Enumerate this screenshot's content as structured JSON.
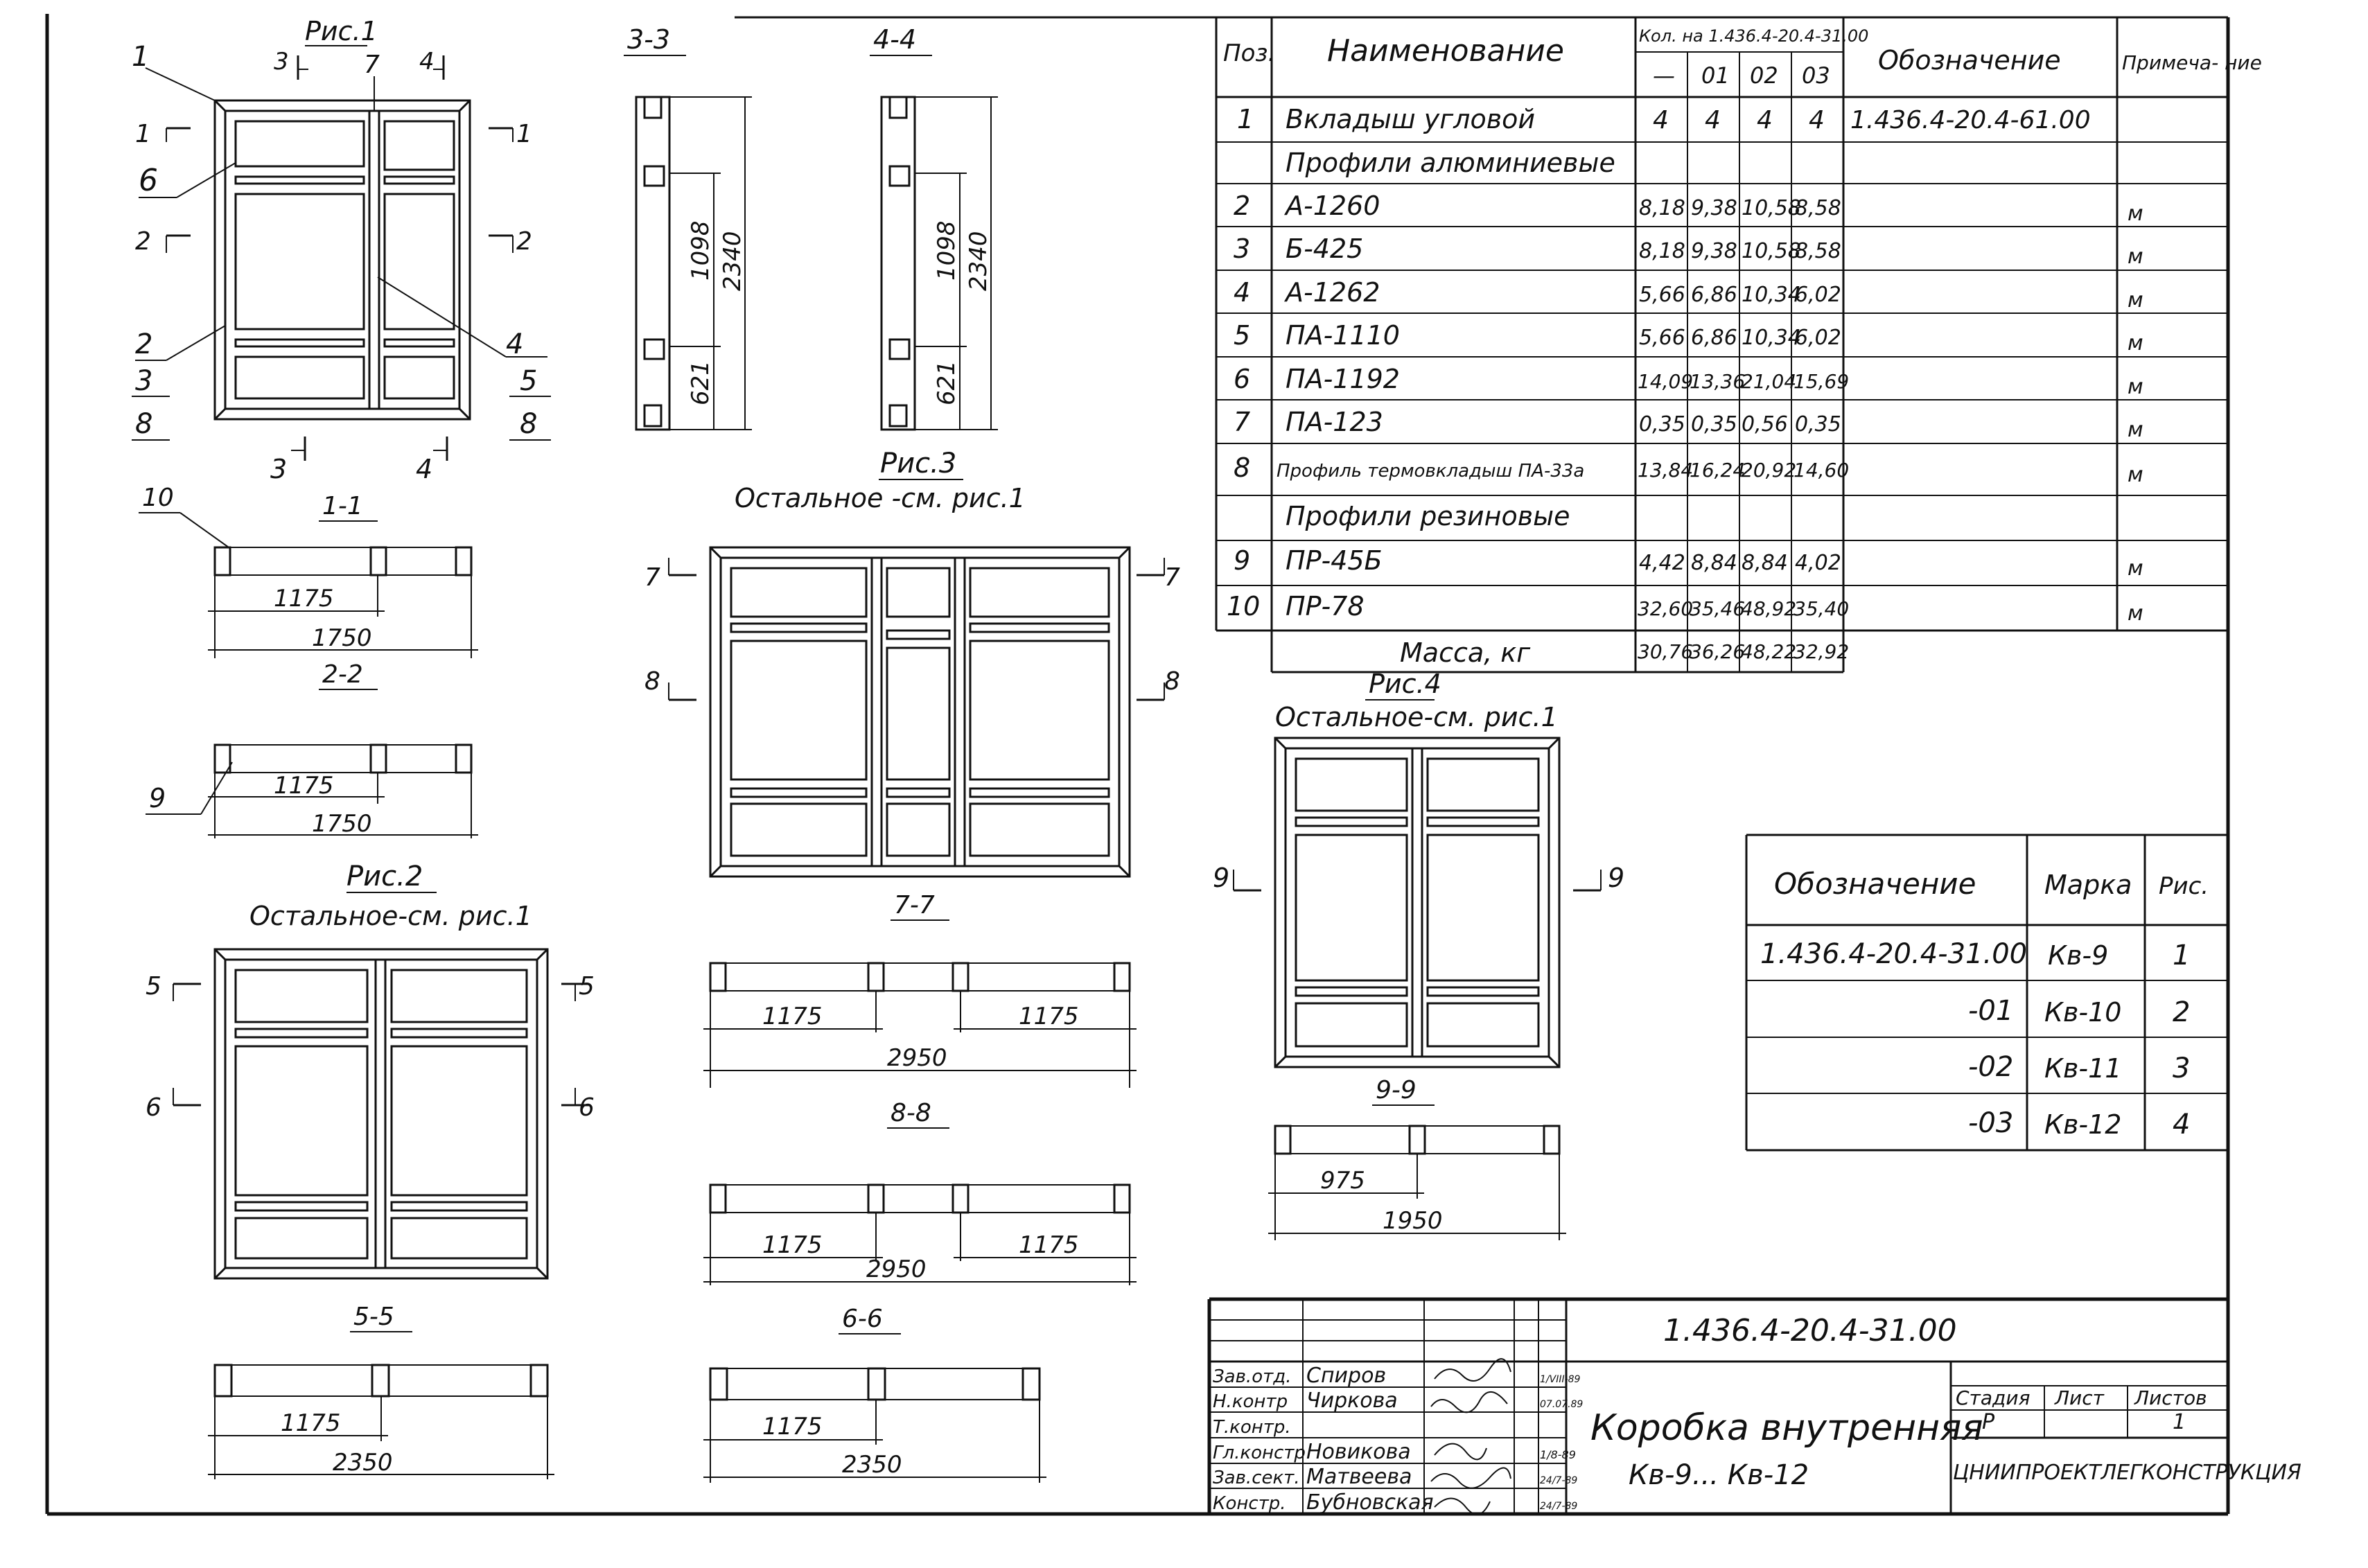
{
  "figures": {
    "fig1": "Рис.1",
    "fig2": "Рис.2",
    "fig2_note": "Остальное-см. рис.1",
    "fig3": "Рис.3",
    "fig3_note": "Остальное -см. рис.1",
    "fig4": "Рис.4",
    "fig4_note": "Остальное-см. рис.1"
  },
  "fig1_callouts": [
    "1",
    "6",
    "2",
    "3",
    "8",
    "7",
    "4",
    "5",
    "8"
  ],
  "cuts": {
    "c11": "1-1",
    "c22": "2-2",
    "c33": "3-3",
    "c44": "4-4",
    "c55": "5-5",
    "c66": "6-6",
    "c77": "7-7",
    "c88": "8-8",
    "c99": "9-9",
    "m1": "1",
    "m2": "2",
    "m3": "3",
    "m4": "4",
    "m5": "5",
    "m6": "6",
    "m7": "7",
    "m8": "8",
    "m9": "9",
    "m10": "10"
  },
  "dims": {
    "d1175": "1175",
    "d1750": "1750",
    "d2950": "2950",
    "d2350": "2350",
    "d975": "975",
    "d1950": "1950",
    "d1098": "1098",
    "d2340": "2340",
    "d621": "621"
  },
  "spec_table": {
    "head_pos": "Поз.",
    "head_name": "Наименование",
    "head_qty": "Кол. на 1.436.4-20.4-31.00",
    "qty_cols": [
      "—",
      "01",
      "02",
      "03"
    ],
    "head_code": "Обозначение",
    "head_note": "Примеча- ние",
    "rows": [
      {
        "pos": "1",
        "name": "Вкладыш угловой",
        "q": [
          "4",
          "4",
          "4",
          "4"
        ],
        "code": "1.436.4-20.4-61.00",
        "note": ""
      },
      {
        "pos": "",
        "name": "Профили алюминиевые",
        "q": [
          "",
          "",
          "",
          ""
        ],
        "code": "",
        "note": ""
      },
      {
        "pos": "2",
        "name": "А-1260",
        "q": [
          "8,18",
          "9,38",
          "10,58",
          "8,58"
        ],
        "code": "",
        "note": "м"
      },
      {
        "pos": "3",
        "name": "Б-425",
        "q": [
          "8,18",
          "9,38",
          "10,58",
          "8,58"
        ],
        "code": "",
        "note": "м"
      },
      {
        "pos": "4",
        "name": "А-1262",
        "q": [
          "5,66",
          "6,86",
          "10,34",
          "6,02"
        ],
        "code": "",
        "note": "м"
      },
      {
        "pos": "5",
        "name": "ПА-1110",
        "q": [
          "5,66",
          "6,86",
          "10,34",
          "6,02"
        ],
        "code": "",
        "note": "м"
      },
      {
        "pos": "6",
        "name": "ПА-1192",
        "q": [
          "14,09",
          "13,36",
          "21,04",
          "15,69"
        ],
        "code": "",
        "note": "м"
      },
      {
        "pos": "7",
        "name": "ПА-123",
        "q": [
          "0,35",
          "0,35",
          "0,56",
          "0,35"
        ],
        "code": "",
        "note": "м"
      },
      {
        "pos": "8",
        "name": "Профиль термовкладыш ПА-33а",
        "q": [
          "13,84",
          "16,24",
          "20,92",
          "14,60"
        ],
        "code": "",
        "note": "м"
      },
      {
        "pos": "",
        "name": "Профили резиновые",
        "q": [
          "",
          "",
          "",
          ""
        ],
        "code": "",
        "note": ""
      },
      {
        "pos": "9",
        "name": "ПР-45Б",
        "q": [
          "4,42",
          "8,84",
          "8,84",
          "4,02"
        ],
        "code": "",
        "note": "м"
      },
      {
        "pos": "10",
        "name": "ПР-78",
        "q": [
          "32,60",
          "35,46",
          "48,92",
          "35,40"
        ],
        "code": "",
        "note": "м"
      }
    ],
    "mass_label": "Масса, кг",
    "mass": [
      "30,76",
      "36,26",
      "48,22",
      "32,92"
    ]
  },
  "mark_table": {
    "head_code": "Обозначение",
    "head_mark": "Марка",
    "head_fig": "Рис.",
    "rows": [
      {
        "code": "1.436.4-20.4-31.00",
        "mark": "Кв-9",
        "fig": "1"
      },
      {
        "code": "-01",
        "mark": "Кв-10",
        "fig": "2"
      },
      {
        "code": "-02",
        "mark": "Кв-11",
        "fig": "3"
      },
      {
        "code": "-03",
        "mark": "Кв-12",
        "fig": "4"
      }
    ]
  },
  "title_block": {
    "doc_code": "1.436.4-20.4-31.00",
    "title": "Коробка внутренняя",
    "subtitle": "Кв-9... Кв-12",
    "stage_label": "Стадия",
    "sheet_label": "Лист",
    "sheets_label": "Листов",
    "stage": "Р",
    "sheets": "1",
    "org": "ЦНИИПРОЕКТЛЕГКОНСТРУКЦИЯ",
    "staff": [
      {
        "role": "Зав.отд.",
        "name": "Спиров",
        "date": "1/VIII-89"
      },
      {
        "role": "Н.контр",
        "name": "Чиркова",
        "date": "07.07.89"
      },
      {
        "role": "Т.контр.",
        "name": "",
        "date": ""
      },
      {
        "role": "Гл.констр",
        "name": "Новикова",
        "date": "1/8-89"
      },
      {
        "role": "Зав.сект.",
        "name": "Матвеева",
        "date": "24/7-89"
      },
      {
        "role": "Констр.",
        "name": "Бубновская",
        "date": "24/7-89"
      }
    ]
  }
}
